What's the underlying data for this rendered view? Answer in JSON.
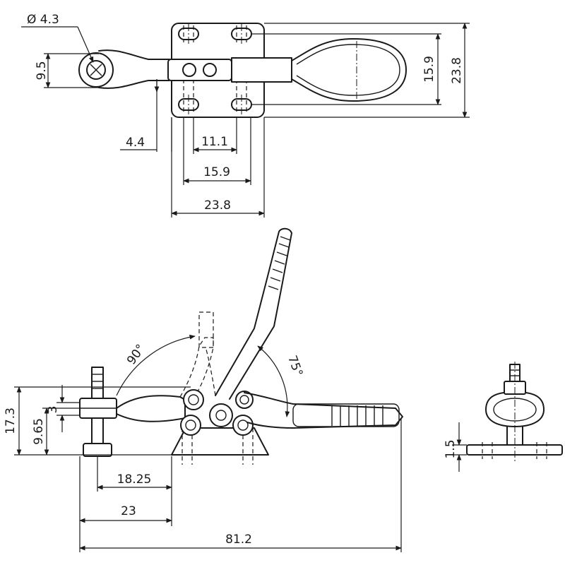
{
  "drawing": {
    "top_view": {
      "hole_dia": "Ø 4.3",
      "height_9_5": "9.5",
      "offset_4_4": "4.4",
      "spacing_11_1": "11.1",
      "spacing_15_9": "15.9",
      "base_width_23_8": "23.8",
      "hole_spacing_vert_15_9": "15.9",
      "base_height_23_8": "23.8"
    },
    "side_view": {
      "angle_90": "90°",
      "angle_75": "75°",
      "height_17_3": "17.3",
      "thickness_3": "3",
      "height_9_65": "9.65",
      "reach_18_25": "18.25",
      "reach_23": "23",
      "overall_length_81_2": "81.2"
    },
    "end_view": {
      "base_thickness_1_5": "1.5"
    }
  },
  "colors": {
    "line": "#1a1a1a",
    "background": "#ffffff"
  }
}
